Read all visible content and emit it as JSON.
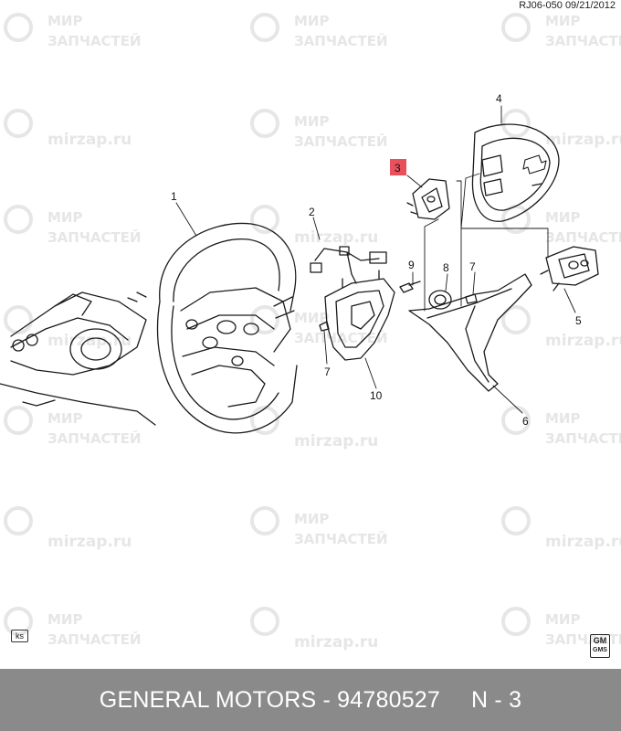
{
  "reference": "RJ06-050  09/21/2012",
  "watermark": {
    "line1": "МИР",
    "line2": "ЗАПЧАСТЕЙ",
    "site": "mirzap.ru"
  },
  "callouts": [
    {
      "id": "1",
      "label": "1"
    },
    {
      "id": "2",
      "label": "2"
    },
    {
      "id": "3",
      "label": "3",
      "highlight": true
    },
    {
      "id": "4",
      "label": "4"
    },
    {
      "id": "5",
      "label": "5"
    },
    {
      "id": "6",
      "label": "6"
    },
    {
      "id": "7",
      "label": "7"
    },
    {
      "id": "8",
      "label": "8"
    },
    {
      "id": "9",
      "label": "9"
    },
    {
      "id": "10",
      "label": "10"
    }
  ],
  "badges": {
    "ks": "ks",
    "gm_top": "GM",
    "gm_bottom": "GMS"
  },
  "footer": {
    "part": "GENERAL MOTORS - 94780527",
    "position": "N - 3"
  },
  "colors": {
    "highlight": "#e8505b",
    "footer_bg": "#8a8a8a",
    "watermark": "#e6e6e6"
  }
}
